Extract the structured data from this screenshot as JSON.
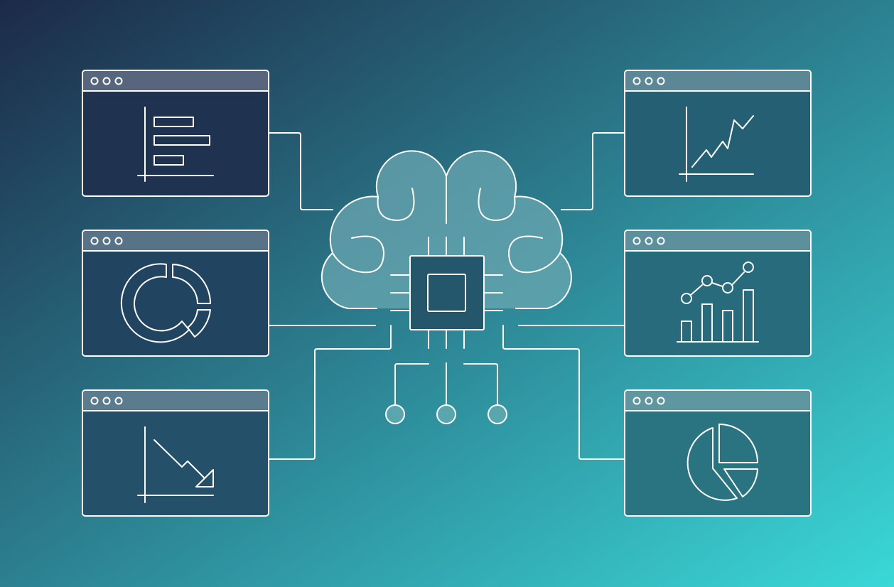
{
  "colors": {
    "background_start": "#1c2a48",
    "background_end": "#3ad6d6",
    "line": "#ffffff",
    "window_body": "#1f3b57",
    "brain_fill": "#6aa7b0",
    "chip_fill": "#24566c"
  },
  "windows": [
    {
      "side": "left",
      "icon": "horizontal-bar-chart-icon"
    },
    {
      "side": "left",
      "icon": "donut-chart-icon"
    },
    {
      "side": "left",
      "icon": "trend-down-chart-icon"
    },
    {
      "side": "right",
      "icon": "line-chart-icon"
    },
    {
      "side": "right",
      "icon": "bar-line-combo-chart-icon"
    },
    {
      "side": "right",
      "icon": "pie-chart-icon"
    }
  ],
  "center": {
    "icon": "brain-chip-icon",
    "nodes": 3
  }
}
